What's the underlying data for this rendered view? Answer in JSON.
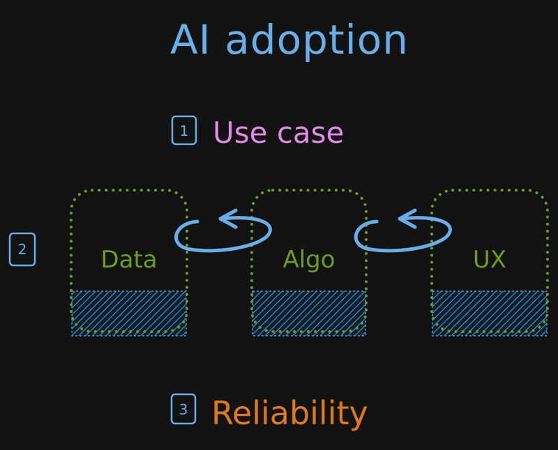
{
  "title": "AI adoption",
  "steps": [
    {
      "number": "1",
      "label": "Use case"
    },
    {
      "number": "2"
    },
    {
      "number": "3",
      "label": "Reliability"
    }
  ],
  "boxes": [
    {
      "label": "Data"
    },
    {
      "label": "Algo"
    },
    {
      "label": "UX"
    }
  ],
  "colors": {
    "background": "#121212",
    "title": "#6aaee8",
    "use_case": "#e589e8",
    "reliability": "#e07a1f",
    "box_outline": "#6f9a24",
    "hatch": "#4a9ad8",
    "arrow": "#6aaee8"
  }
}
